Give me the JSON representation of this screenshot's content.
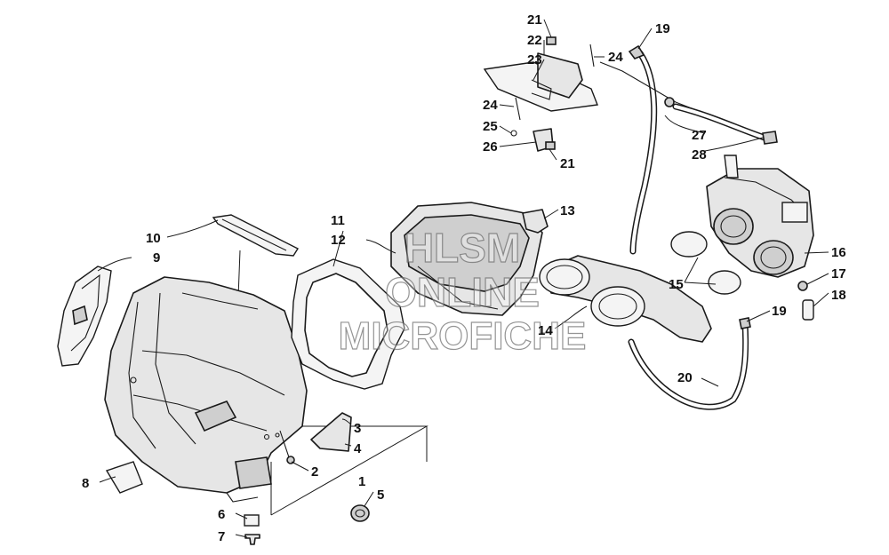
{
  "watermark": {
    "line1": "HLSM",
    "line2": "ONLINE",
    "line3": "MICROFICHE"
  },
  "callouts": {
    "c1": "1",
    "c2": "2",
    "c3": "3",
    "c4": "4",
    "c5": "5",
    "c6": "6",
    "c7": "7",
    "c8": "8",
    "c9": "9",
    "c10": "10",
    "c11": "11",
    "c12": "12",
    "c13": "13",
    "c14": "14",
    "c15": "15",
    "c16": "16",
    "c17": "17",
    "c18": "18",
    "c19a": "19",
    "c19b": "19",
    "c20": "20",
    "c21a": "21",
    "c21b": "21",
    "c22": "22",
    "c23": "23",
    "c24a": "24",
    "c24b": "24",
    "c25": "25",
    "c26": "26",
    "c27": "27",
    "c28": "28"
  }
}
